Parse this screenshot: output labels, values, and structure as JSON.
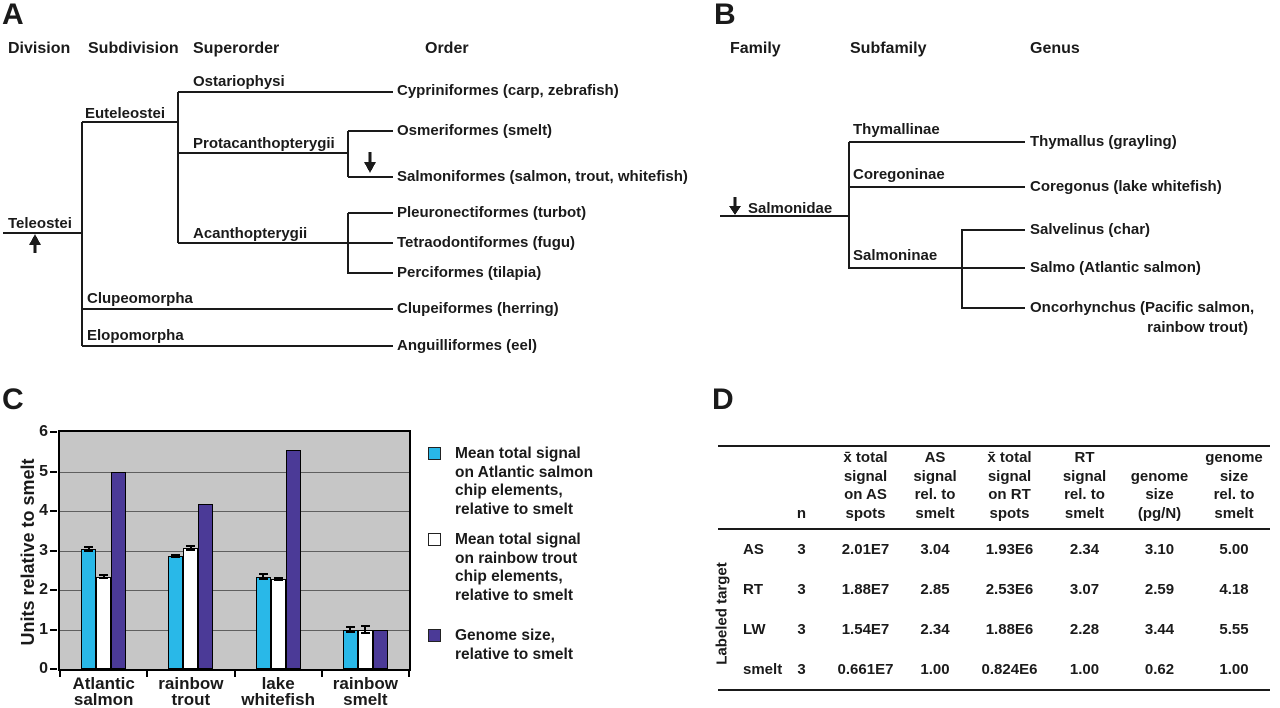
{
  "panelA": {
    "label": "A",
    "column_headers": [
      "Division",
      "Subdivision",
      "Superorder",
      "Order"
    ],
    "division": "Teleostei",
    "subdivisions": [
      "Euteleostei",
      "Clupeomorpha",
      "Elopomorpha"
    ],
    "superorders": [
      "Ostariophysi",
      "Protacanthopterygii",
      "Acanthopterygii"
    ],
    "orders": [
      "Cypriniformes (carp, zebrafish)",
      "Osmeriformes (smelt)",
      "Salmoniformes (salmon, trout, whitefish)",
      "Pleuronectiformes (turbot)",
      "Tetraodontiformes (fugu)",
      "Perciformes (tilapia)",
      "Clupeiformes (herring)",
      "Anguilliformes (eel)"
    ]
  },
  "panelB": {
    "label": "B",
    "column_headers": [
      "Family",
      "Subfamily",
      "Genus"
    ],
    "family": "Salmonidae",
    "subfamilies": [
      "Thymallinae",
      "Coregoninae",
      "Salmoninae"
    ],
    "genera": [
      "Thymallus (grayling)",
      "Coregonus (lake whitefish)",
      "Salvelinus (char)",
      "Salmo (Atlantic salmon)",
      "Oncorhynchus (Pacific salmon,"
    ],
    "genus_wrap_line": "rainbow trout)"
  },
  "panelC": {
    "label": "C"
  },
  "chart_data": {
    "type": "bar",
    "title": "",
    "ylabel": "Units relative to smelt",
    "categories": [
      "Atlantic salmon",
      "rainbow trout",
      "lake whitefish",
      "rainbow smelt"
    ],
    "series": [
      {
        "name": "Mean total signal\non Atlantic salmon\nchip elements,\nrelative to smelt",
        "color": "#29B8E8",
        "values": [
          3.04,
          2.85,
          2.34,
          1.0
        ],
        "errors": [
          0.08,
          0.05,
          0.08,
          0.1
        ]
      },
      {
        "name": "Mean total signal\non rainbow trout\nchip elements,\nrelative to smelt",
        "color": "#FFFFFF",
        "values": [
          2.34,
          3.07,
          2.28,
          1.0
        ],
        "errors": [
          0.07,
          0.07,
          0.04,
          0.12
        ]
      },
      {
        "name": "Genome size,\nrelative to smelt",
        "color": "#4B3A97",
        "values": [
          5.0,
          4.18,
          5.55,
          1.0
        ],
        "errors": null
      }
    ],
    "ylim": [
      0,
      6
    ],
    "yticks": [
      0,
      1,
      2,
      3,
      4,
      5,
      6
    ],
    "grid": true,
    "plot_bg": "#C6C6C6",
    "legend_position": "right"
  },
  "panelD": {
    "label": "D",
    "row_axis_label": "Labeled target",
    "col_headers": [
      "n",
      "x̄ total\nsignal\non AS\nspots",
      "AS\nsignal\nrel. to\nsmelt",
      "x̄ total\nsignal\non RT\nspots",
      "RT\nsignal\nrel. to\nsmelt",
      "genome\nsize\n(pg/N)",
      "genome\nsize\nrel. to\nsmelt"
    ],
    "rows": [
      {
        "label": "AS",
        "values": [
          "3",
          "2.01E7",
          "3.04",
          "1.93E6",
          "2.34",
          "3.10",
          "5.00"
        ]
      },
      {
        "label": "RT",
        "values": [
          "3",
          "1.88E7",
          "2.85",
          "2.53E6",
          "3.07",
          "2.59",
          "4.18"
        ]
      },
      {
        "label": "LW",
        "values": [
          "3",
          "1.54E7",
          "2.34",
          "1.88E6",
          "2.28",
          "3.44",
          "5.55"
        ]
      },
      {
        "label": "smelt",
        "values": [
          "3",
          "0.661E7",
          "1.00",
          "0.824E6",
          "1.00",
          "0.62",
          "1.00"
        ]
      }
    ]
  }
}
